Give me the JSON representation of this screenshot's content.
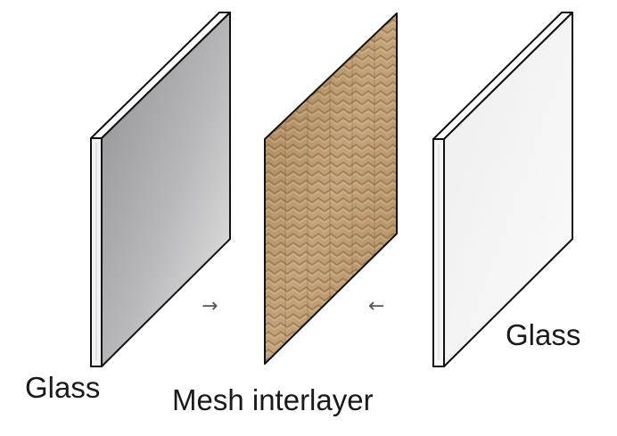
{
  "diagram": {
    "labels": {
      "glass_left": "Glass",
      "mesh": "Mesh interlayer",
      "glass_right": "Glass"
    },
    "arrows": {
      "to_mesh_from_left": "→",
      "to_mesh_from_right": "←"
    },
    "colors": {
      "outline": "#111111",
      "left_glass_dark": "#9d9d9f",
      "left_glass_light": "#eeeeee",
      "mesh_base": "#b8966b",
      "right_glass": "#f4f4f5"
    }
  }
}
